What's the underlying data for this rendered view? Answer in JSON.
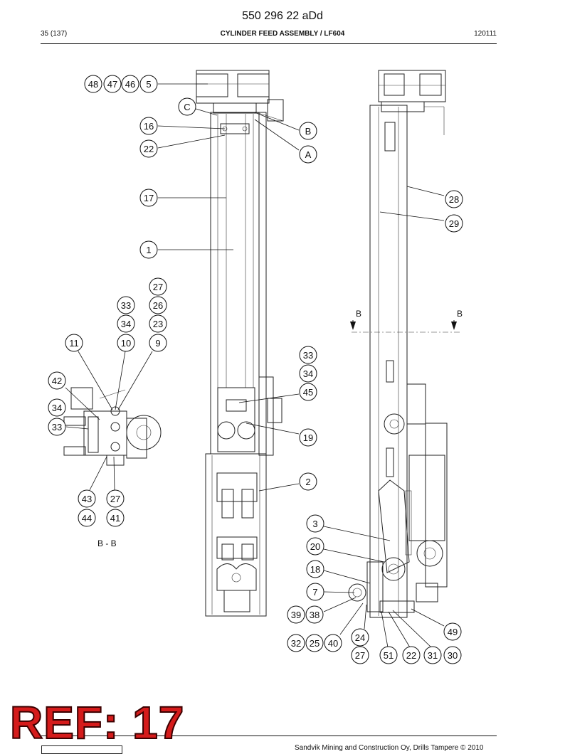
{
  "header": {
    "doc_code": "550 296 22 aDd",
    "page": "35 (137)",
    "title": "CYLINDER FEED ASSEMBLY / LF604",
    "date": "120111"
  },
  "footer": {
    "copyright": "Sandvik Mining and Construction Oy, Drills Tampere © 2010",
    "ref_stamp": "REF: 17"
  },
  "diagram": {
    "view_labels": {
      "section": "B - B",
      "left_b": "B",
      "right_b": "B",
      "letter_a": "A",
      "letter_b": "B",
      "letter_c": "C"
    },
    "callouts": [
      "48",
      "47",
      "46",
      "5",
      "16",
      "22",
      "17",
      "1",
      "27",
      "33",
      "26",
      "34",
      "23",
      "11",
      "10",
      "9",
      "42",
      "34",
      "33",
      "43",
      "27",
      "44",
      "41",
      "28",
      "29",
      "33",
      "34",
      "45",
      "19",
      "2",
      "3",
      "20",
      "18",
      "7",
      "39",
      "38",
      "24",
      "27",
      "32",
      "25",
      "40",
      "51",
      "22",
      "31",
      "30",
      "49"
    ]
  }
}
